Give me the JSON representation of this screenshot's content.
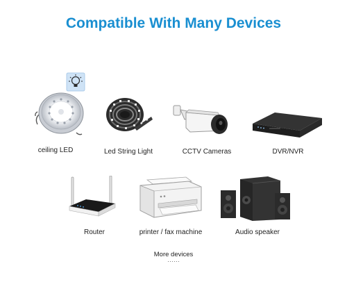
{
  "title": "Compatible With Many Devices",
  "devices": [
    {
      "label": "ceiling LED",
      "icon": "ceiling-led-icon"
    },
    {
      "label": "Led String Light",
      "icon": "led-strip-icon"
    },
    {
      "label": "CCTV Cameras",
      "icon": "cctv-camera-icon"
    },
    {
      "label": "DVR/NVR",
      "icon": "dvr-nvr-icon"
    },
    {
      "label": "Router",
      "icon": "router-icon"
    },
    {
      "label": "printer / fax machine",
      "icon": "printer-icon"
    },
    {
      "label": "Audio speaker",
      "icon": "speaker-icon"
    }
  ],
  "more": {
    "label": "More devices",
    "dots": "……"
  },
  "colors": {
    "title": "#1a8fd1",
    "bulb_badge": "#cfe3f6"
  }
}
